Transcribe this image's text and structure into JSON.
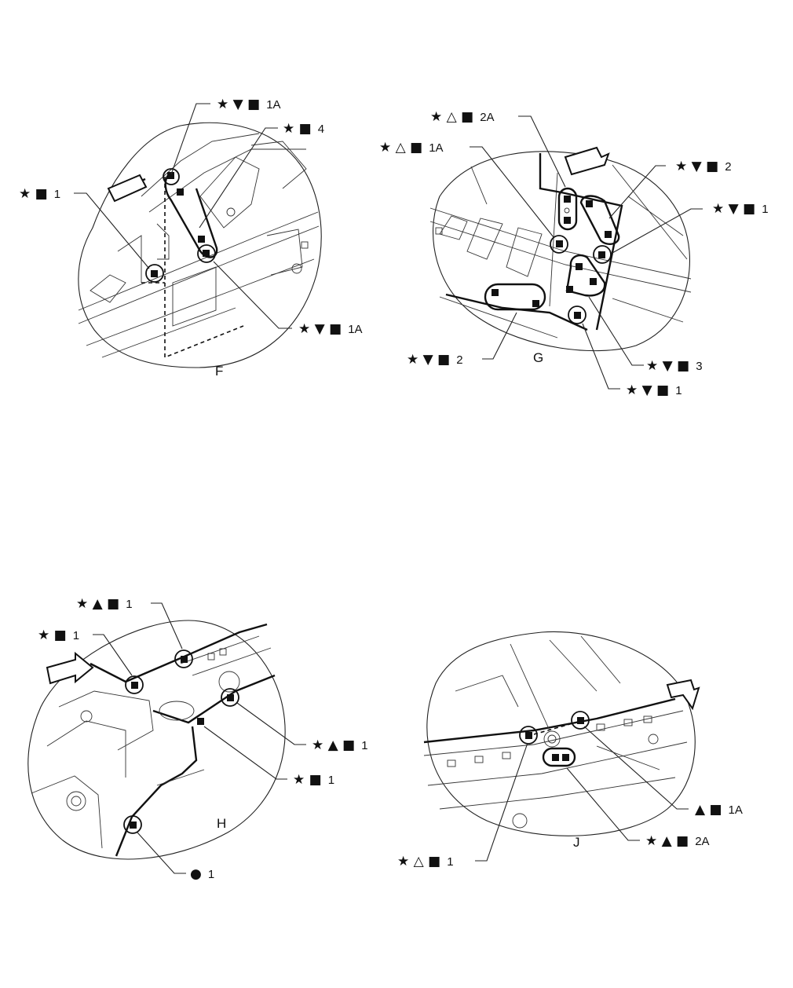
{
  "panels": [
    {
      "id": "F",
      "label": "F"
    },
    {
      "id": "G",
      "label": "G"
    },
    {
      "id": "H",
      "label": "H"
    },
    {
      "id": "J",
      "label": "J"
    }
  ],
  "callouts": {
    "f_top1": {
      "symbols": "★ ▼ ■",
      "code": "1A"
    },
    "f_top2": {
      "symbols": "★ ■",
      "code": "4"
    },
    "f_left": {
      "symbols": "★ ■",
      "code": "1"
    },
    "f_bottom": {
      "symbols": "★ ▼ ■",
      "code": "1A"
    },
    "g_top1": {
      "symbols": "★ △ ■",
      "code": "2A"
    },
    "g_top2": {
      "symbols": "★ △ ■",
      "code": "1A"
    },
    "g_right1": {
      "symbols": "★ ▼ ■",
      "code": "2"
    },
    "g_right2": {
      "symbols": "★ ▼ ■",
      "code": "1"
    },
    "g_left": {
      "symbols": "★ ▼ ■",
      "code": "2"
    },
    "g_br1": {
      "symbols": "★ ▼ ■",
      "code": "3"
    },
    "g_br2": {
      "symbols": "★ ▼ ■",
      "code": "1"
    },
    "h_top1": {
      "symbols": "★ ▲ ■",
      "code": "1"
    },
    "h_top2": {
      "symbols": "★ ■",
      "code": "1"
    },
    "h_right1": {
      "symbols": "★ ▲ ■",
      "code": "1"
    },
    "h_right2": {
      "symbols": "★ ■",
      "code": "1"
    },
    "h_bottom": {
      "symbols": "●",
      "code": "1"
    },
    "j_right1": {
      "symbols": "▲ ■",
      "code": "1A"
    },
    "j_right2": {
      "symbols": "★ ▲ ■",
      "code": "2A"
    },
    "j_left": {
      "symbols": "★ △ ■",
      "code": "1"
    }
  }
}
